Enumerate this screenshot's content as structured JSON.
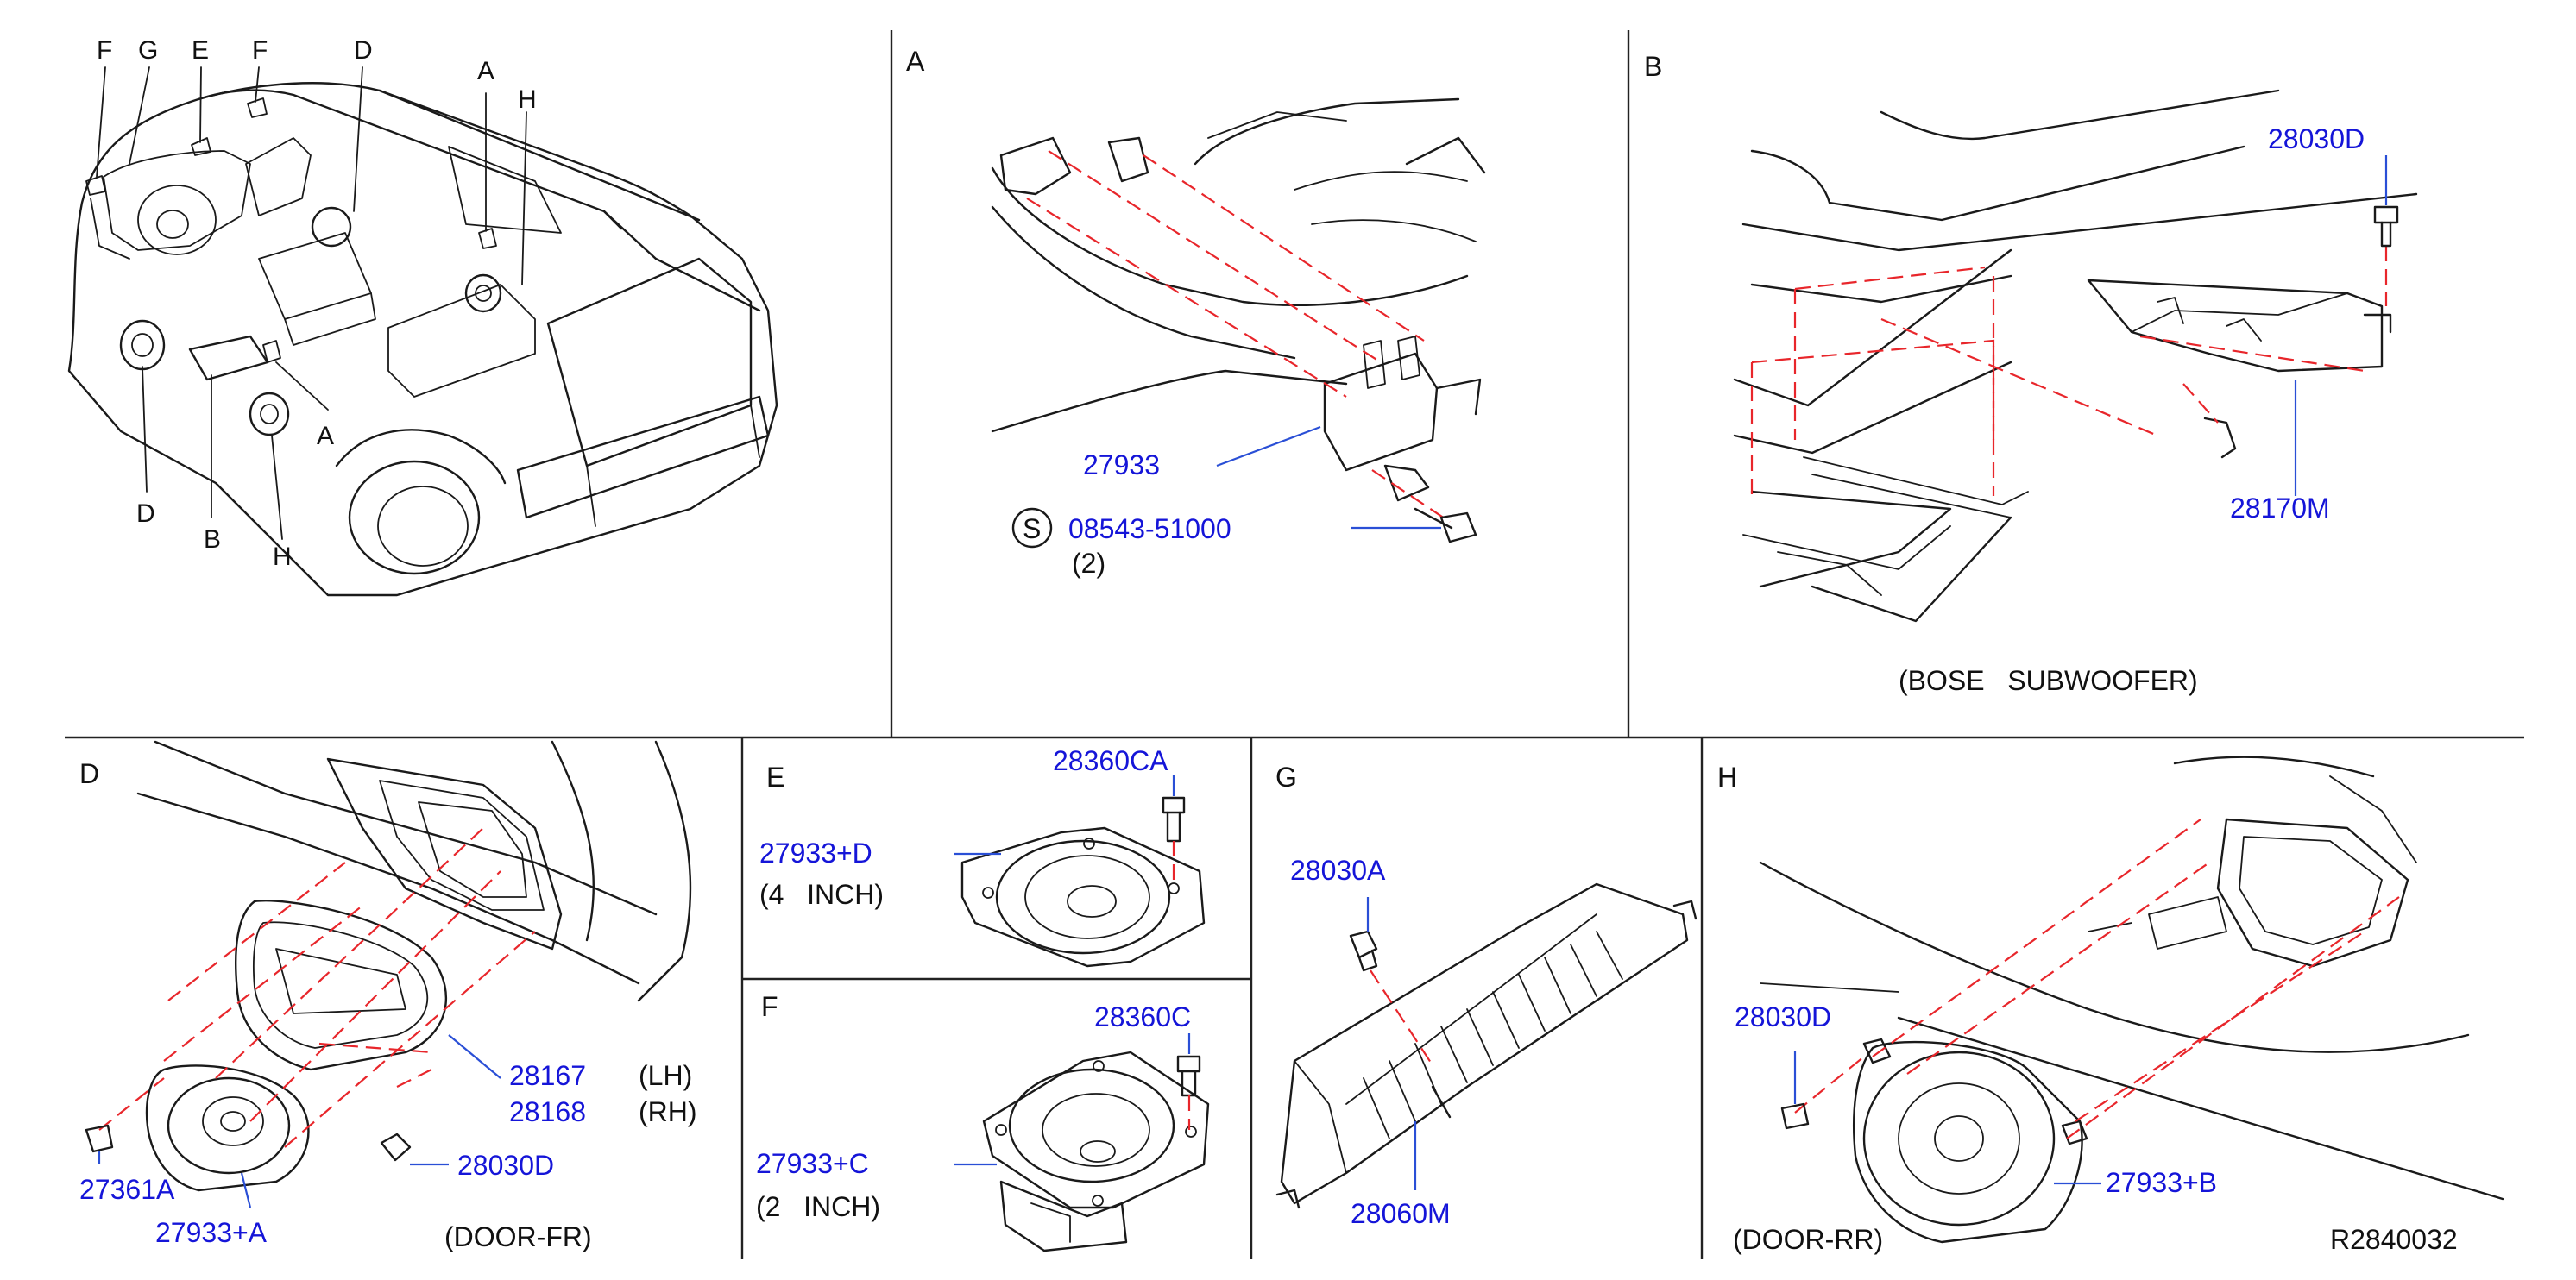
{
  "colors": {
    "line": "#1a1a1a",
    "part_number": "#1515d8",
    "leader": "#2a4fd6",
    "guide_dash": "#e8262b",
    "background": "#ffffff"
  },
  "overview": {
    "callouts": [
      "F",
      "G",
      "E",
      "F",
      "D",
      "A",
      "H",
      "A",
      "D",
      "B",
      "H"
    ]
  },
  "panel_a": {
    "title": "A",
    "part_27933": "27933",
    "bolt_symbol": "S",
    "bolt_part": "08543-51000",
    "bolt_qty": "(2)"
  },
  "panel_b": {
    "title": "B",
    "part_28030d": "28030D",
    "part_28170m": "28170M",
    "caption": "(BOSE   SUBWOOFER)"
  },
  "panel_d": {
    "title": "D",
    "part_28167": "28167",
    "side_lh": "(LH)",
    "part_28168": "28168",
    "side_rh": "(RH)",
    "part_27361a": "27361A",
    "part_28030d": "28030D",
    "part_27933a": "27933+A",
    "caption": "(DOOR-FR)"
  },
  "panel_e": {
    "title": "E",
    "part_28360ca": "28360CA",
    "part_27933d": "27933+D",
    "size": "(4   INCH)"
  },
  "panel_f": {
    "title": "F",
    "part_28360c": "28360C",
    "part_27933c": "27933+C",
    "size": "(2   INCH)"
  },
  "panel_g": {
    "title": "G",
    "part_28030a": "28030A",
    "part_28060m": "28060M"
  },
  "panel_h": {
    "title": "H",
    "part_28030d": "28030D",
    "part_27933b": "27933+B",
    "caption": "(DOOR-RR)",
    "ref_code": "R2840032"
  }
}
